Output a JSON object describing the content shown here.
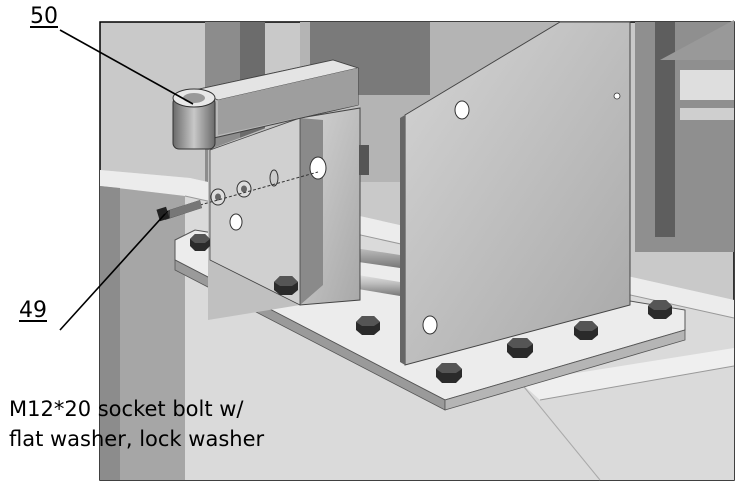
{
  "callouts": {
    "part_50": "50",
    "part_49": "49"
  },
  "note": {
    "line1": "M12*20 socket bolt w/",
    "line2": "flat washer, lock washer"
  }
}
